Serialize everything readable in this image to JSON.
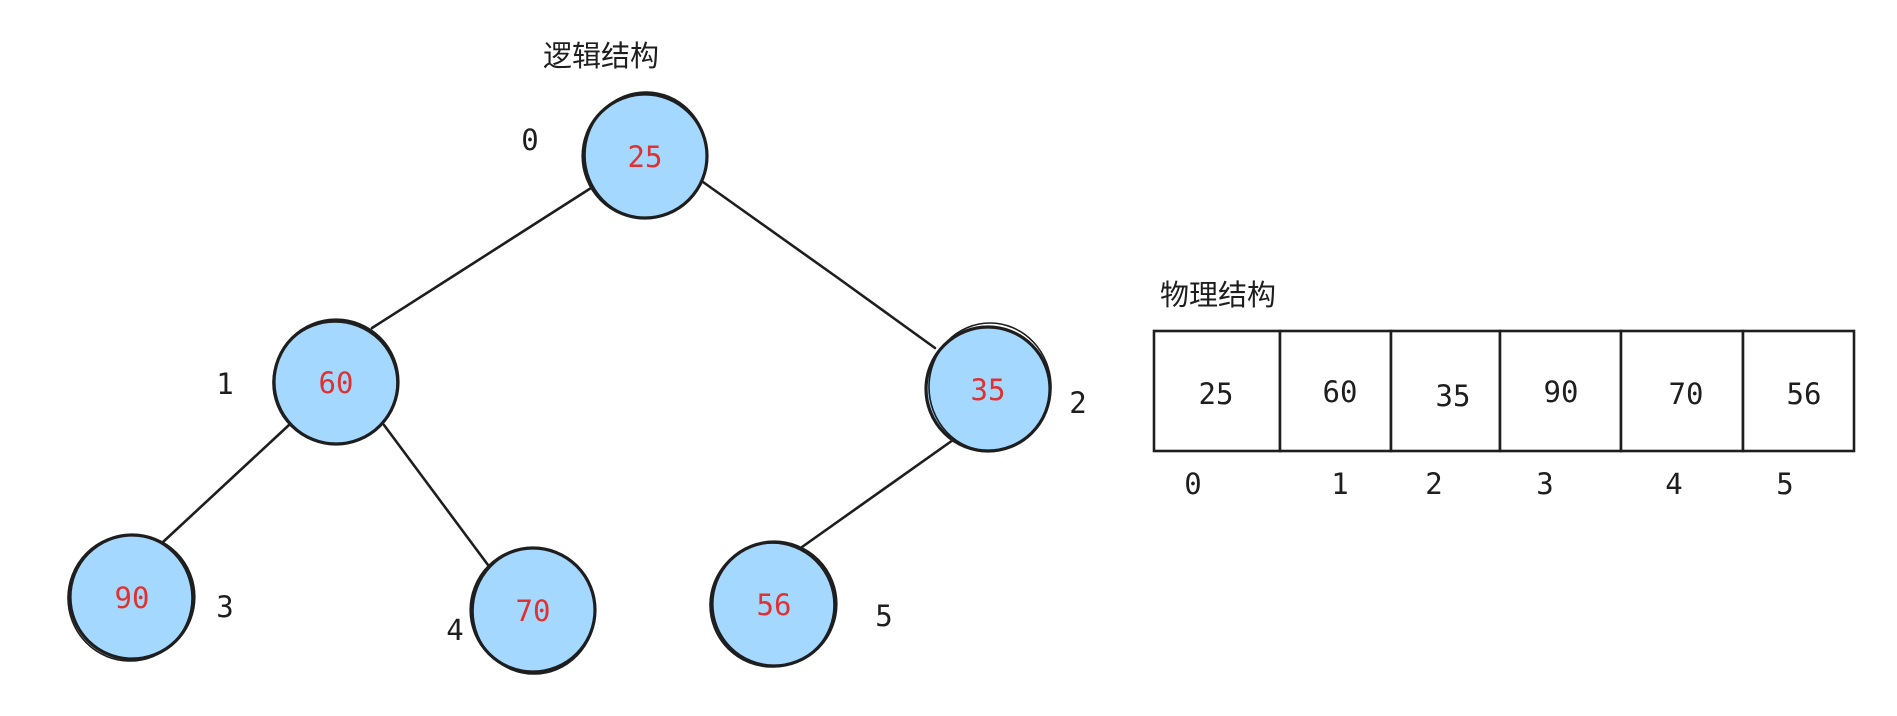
{
  "logical": {
    "title": "逻辑结构",
    "nodes": [
      {
        "index": "0",
        "value": "25"
      },
      {
        "index": "1",
        "value": "60"
      },
      {
        "index": "2",
        "value": "35"
      },
      {
        "index": "3",
        "value": "90"
      },
      {
        "index": "4",
        "value": "70"
      },
      {
        "index": "5",
        "value": "56"
      }
    ],
    "edges": [
      [
        "0",
        "1"
      ],
      [
        "0",
        "2"
      ],
      [
        "1",
        "3"
      ],
      [
        "1",
        "4"
      ],
      [
        "2",
        "5"
      ]
    ]
  },
  "physical": {
    "title": "物理结构",
    "cells": [
      {
        "index": "0",
        "value": "25"
      },
      {
        "index": "1",
        "value": "60"
      },
      {
        "index": "2",
        "value": "35"
      },
      {
        "index": "3",
        "value": "90"
      },
      {
        "index": "4",
        "value": "70"
      },
      {
        "index": "5",
        "value": "56"
      }
    ]
  },
  "colors": {
    "node_fill": "#a5d8ff",
    "node_value_text": "#e03131",
    "stroke": "#1e1e1e"
  }
}
